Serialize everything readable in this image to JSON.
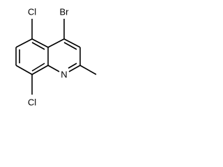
{
  "structure": {
    "atoms": {
      "bromine": "Br",
      "chlorine_top": "Cl",
      "chlorine_bottom": "Cl",
      "ring_nitrogen": "N"
    }
  }
}
